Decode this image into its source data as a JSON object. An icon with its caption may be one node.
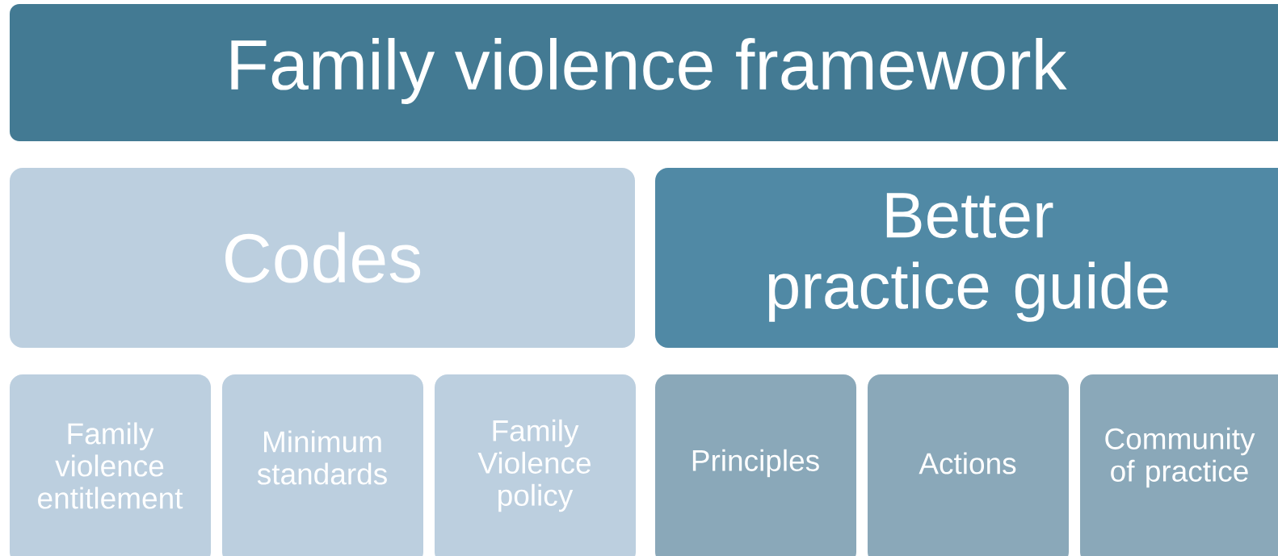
{
  "diagram": {
    "title": "Family violence framework",
    "nodes": [
      {
        "text": [
          "Codes"
        ]
      },
      {
        "text": [
          "Better practice guide"
        ]
      },
      {
        "text": [
          "Family violence entitlement"
        ]
      },
      {
        "text": [
          "Minimum standards"
        ]
      },
      {
        "text": [
          "Family Violence policy"
        ]
      },
      {
        "text": [
          "Principles"
        ]
      },
      {
        "text": [
          "Actions"
        ]
      },
      {
        "text": [
          "Community of practice"
        ]
      }
    ]
  }
}
